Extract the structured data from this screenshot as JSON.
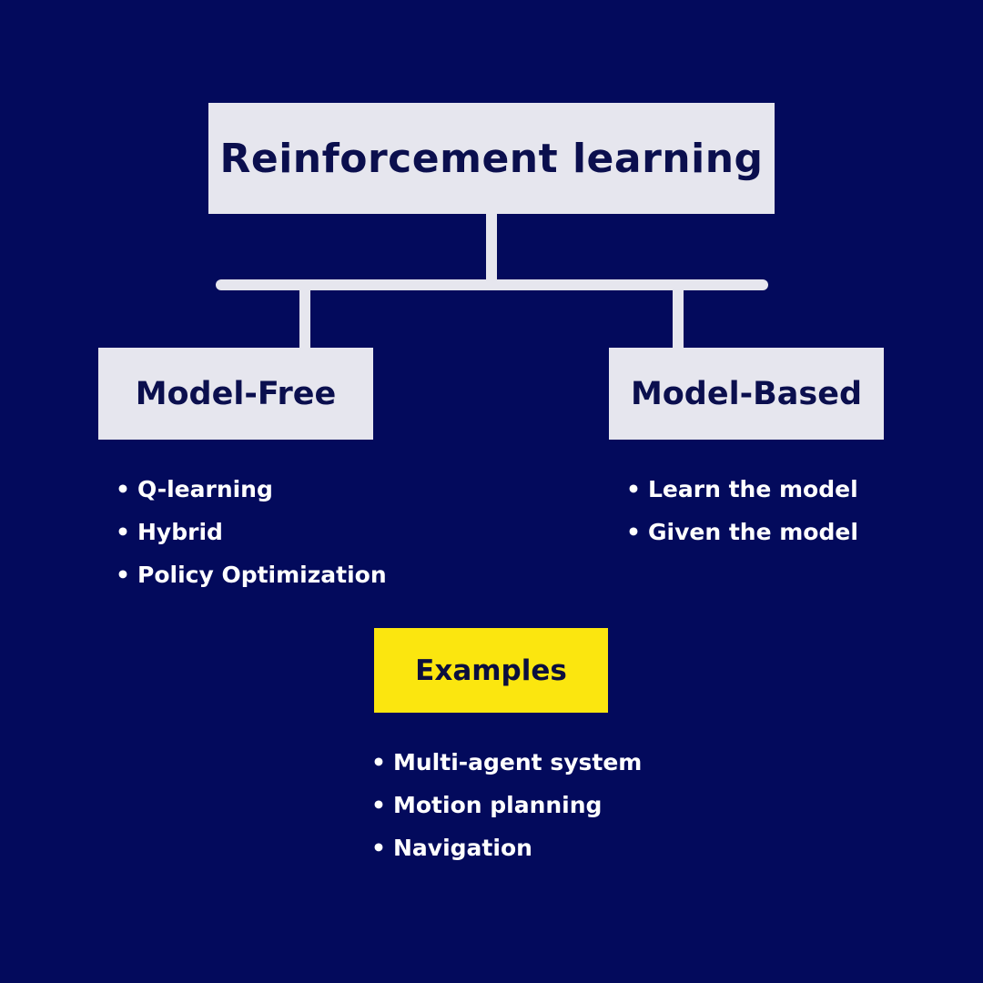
{
  "diagram": {
    "root": {
      "label": "Reinforcement learning"
    },
    "branches": [
      {
        "label": "Model-Free",
        "items": [
          "Q-learning",
          "Hybrid",
          "Policy Optimization"
        ]
      },
      {
        "label": "Model-Based",
        "items": [
          "Learn the model",
          "Given the model"
        ]
      }
    ],
    "examples": {
      "label": "Examples",
      "items": [
        "Multi-agent system",
        "Motion planning",
        "Navigation"
      ]
    }
  },
  "colors": {
    "background": "#030a5c",
    "box": "#e6e6ee",
    "box_text": "#0b0f4e",
    "highlight": "#fbe60f",
    "text": "#ffffff"
  }
}
